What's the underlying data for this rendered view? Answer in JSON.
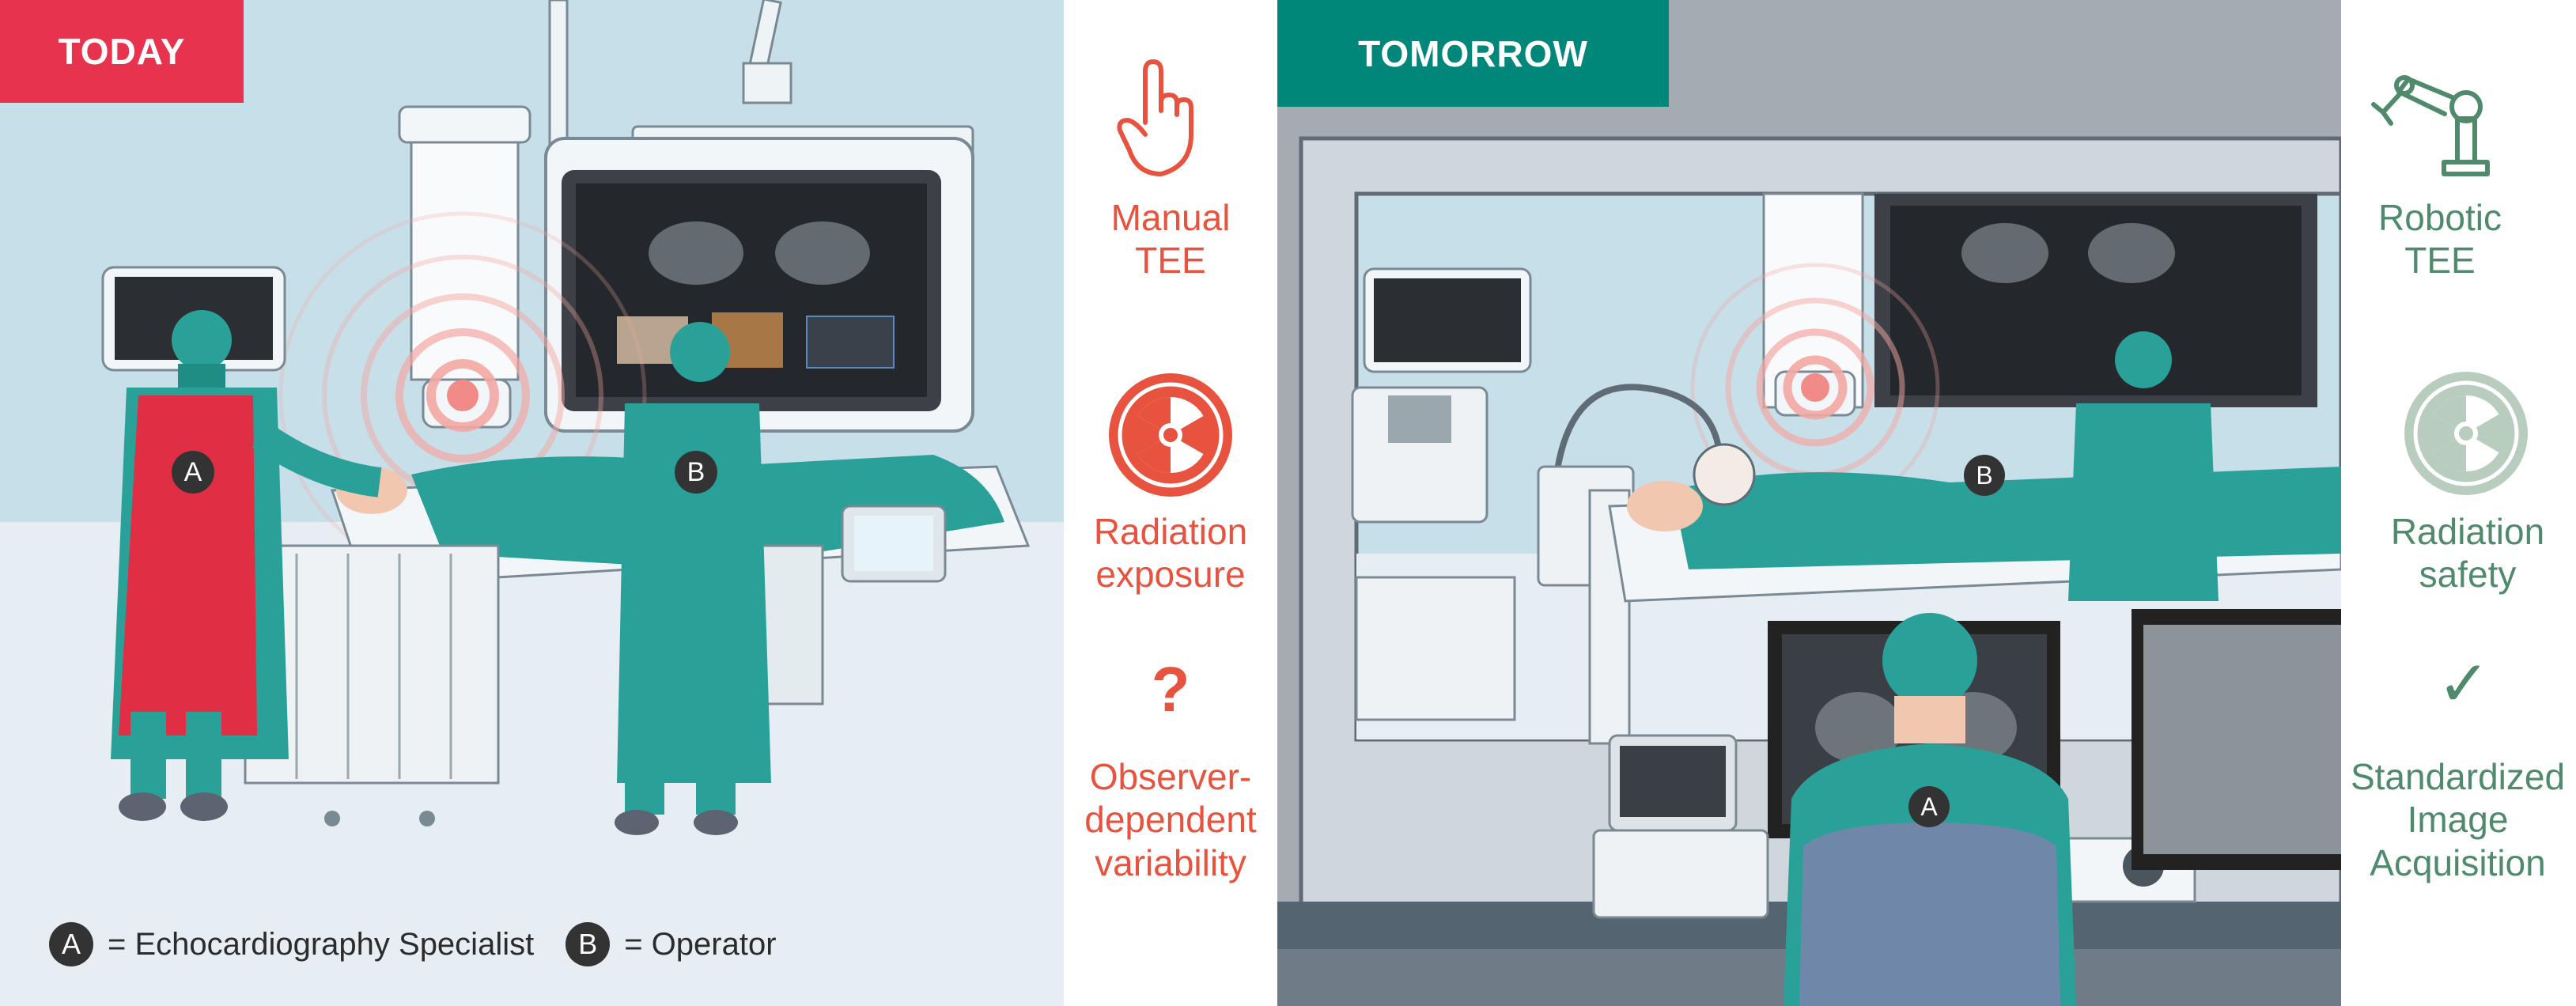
{
  "today": {
    "tag": "TODAY",
    "legend": {
      "a_marker": "A",
      "a_text": "= Echocardiography Specialist",
      "b_marker": "B",
      "b_text": "= Operator"
    },
    "person_a": "A",
    "person_b": "B"
  },
  "tomorrow": {
    "tag": "TOMORROW",
    "person_a": "A",
    "person_b": "B"
  },
  "today_features": {
    "manual_tee": [
      "Manual",
      "TEE"
    ],
    "radiation": [
      "Radiation",
      "exposure"
    ],
    "question_mark": "?",
    "variability": [
      "Observer-",
      "dependent",
      "variability"
    ]
  },
  "tomorrow_features": {
    "robotic_tee": [
      "Robotic",
      "TEE"
    ],
    "radiation": [
      "Radiation",
      "safety"
    ],
    "check_mark": "✓",
    "standardized": [
      "Standardized",
      "Image",
      "Acquisition"
    ]
  },
  "icons": {
    "hand": "hand-pointer-icon",
    "radiation_orange": "radiation-icon",
    "robot_arm": "robot-arm-icon",
    "radiation_grey": "radiation-icon",
    "checkmark": "checkmark-icon"
  },
  "colors": {
    "today_tag": "#e8334e",
    "tomorrow_tag": "#00877a",
    "scrubs": "#2aa198",
    "orange_text": "#e8533f",
    "green_text": "#4f8a6c",
    "red_apron": "#e02f45",
    "wall": "#c6dfe9",
    "floor": "#e6eef3"
  }
}
